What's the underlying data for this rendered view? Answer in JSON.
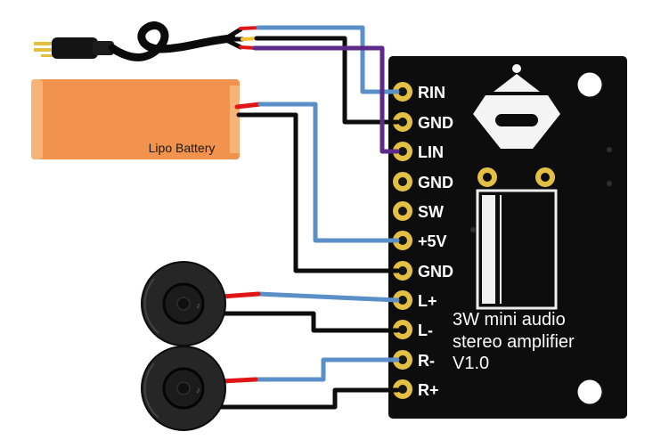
{
  "board": {
    "title_lines": [
      "3W mini audio",
      "stereo amplifier",
      "V1.0"
    ],
    "pins": [
      {
        "label": "RIN"
      },
      {
        "label": "GND"
      },
      {
        "label": "LIN"
      },
      {
        "label": "GND"
      },
      {
        "label": "SW"
      },
      {
        "label": "+5V"
      },
      {
        "label": "GND"
      },
      {
        "label": "L+"
      },
      {
        "label": "L-"
      },
      {
        "label": "R-"
      },
      {
        "label": "R+"
      }
    ]
  },
  "battery": {
    "label": "Lipo Battery"
  },
  "speakers": {
    "mark": "♪"
  },
  "connections": [
    {
      "from": "audio-jack-cable",
      "wire_color": "blue",
      "to_pin": "RIN"
    },
    {
      "from": "audio-jack-cable",
      "wire_color": "black",
      "to_pin": "GND"
    },
    {
      "from": "audio-jack-cable",
      "wire_color": "purple",
      "to_pin": "LIN"
    },
    {
      "from": "lipo-battery",
      "wire_color": "blue",
      "to_pin": "+5V"
    },
    {
      "from": "lipo-battery",
      "wire_color": "black",
      "to_pin": "GND"
    },
    {
      "from": "left-speaker",
      "wire_color": "blue",
      "to_pin": "L+"
    },
    {
      "from": "left-speaker",
      "wire_color": "black",
      "to_pin": "L-"
    },
    {
      "from": "right-speaker",
      "wire_color": "blue",
      "to_pin": "R-"
    },
    {
      "from": "right-speaker",
      "wire_color": "black",
      "to_pin": "R+"
    }
  ],
  "colors": {
    "wire_blue": "#5b8fc7",
    "wire_black": "#0d0d0d",
    "wire_purple": "#5e2a8a",
    "wire_red": "#e01616",
    "tip_yellow": "#f2c230",
    "pin_gold": "#e3bf44",
    "board_black": "#0d0d0d",
    "battery_orange": "#f2934d",
    "battery_tab": "#f8b477",
    "hole_white": "#ffffff"
  }
}
